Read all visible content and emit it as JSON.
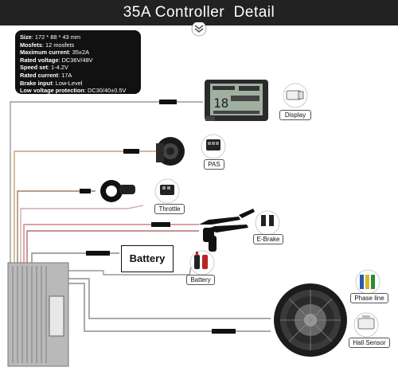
{
  "banner": {
    "title": "35A Controller  Detail"
  },
  "specs": [
    {
      "key": "Size",
      "value": ": 172 * 88 * 43 mm"
    },
    {
      "key": "Mosfets",
      "value": ": 12 mosfets"
    },
    {
      "key": "Maximum current",
      "value": ": 35±2A"
    },
    {
      "key": "Rated voltage",
      "value": ": DC36V/48V"
    },
    {
      "key": "Speed set",
      "value": ": 1-4.2V"
    },
    {
      "key": "Rated current",
      "value": ": 17A"
    },
    {
      "key": "Brake input",
      "value": ": Low-Level"
    },
    {
      "key": "Low voltage protection",
      "value": ": DC30/40±0.5V"
    }
  ],
  "labels": {
    "display": "Display",
    "pas": "PAS",
    "throttle": "Throttle",
    "ebrake": "E-Brake",
    "battery": "Battery",
    "phase": "Phase line",
    "hall": "Hall Sensor"
  },
  "battery_box": "Battery",
  "icons": [
    "chevron-down-icon",
    "lcd-display",
    "pas-sensor",
    "throttle",
    "brake-levers",
    "battery-connector",
    "hub-motor",
    "controller"
  ]
}
